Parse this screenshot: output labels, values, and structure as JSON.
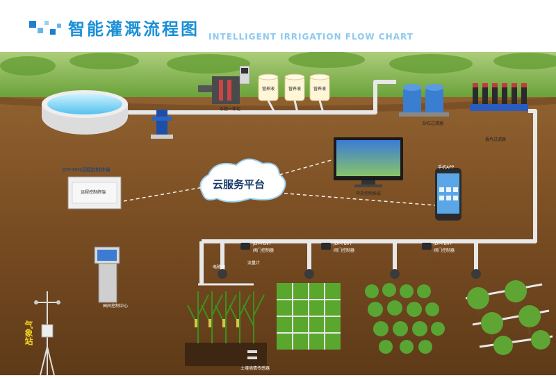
{
  "title": {
    "cn": "智能灌溉流程图",
    "en": "INTELLIGENT IRRIGATION FLOW CHART"
  },
  "cloud": "云服务平台",
  "tanks": [
    "营养液",
    "营养液",
    "营养液"
  ],
  "labels": {
    "fertilizer_machine": "水肥一体化",
    "sand_filter": "砂石过滤器",
    "disk_filter": "叠片过滤器",
    "control_terminal_title": "JDY-300远程控制终端",
    "control_terminal_panel": "远程控制终端",
    "monitor_system": "中央控制系统",
    "phone_title": "手机APP",
    "field_center": "田间控制中心",
    "weather_station": "气象站",
    "valve_box_1": "JDY-PBV7",
    "valve_box_1_sub": "阀门控制器",
    "valve_box_2": "JDY-PBV7",
    "valve_box_2_sub": "阀门控制器",
    "valve_box_3": "JDY-PBV7",
    "valve_box_3_sub": "阀门控制器",
    "valve_label": "电磁阀",
    "soil_sensor": "土壤墒情传感器",
    "flow_meter": "流量计"
  },
  "colors": {
    "sky": "#ffffff",
    "field": "#7fb13a",
    "soil": "#8a5a2b",
    "pipe": "#f4f4f4",
    "title_blue": "#1a8fd6",
    "station_yellow": "#f0d020"
  }
}
